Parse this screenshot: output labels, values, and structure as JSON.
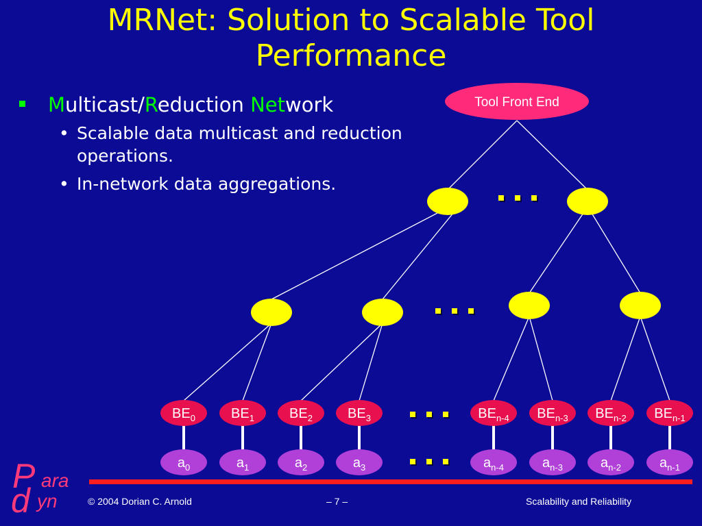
{
  "slide": {
    "title": "MRNet: Solution to Scalable Tool Performance",
    "bullet": {
      "parts": [
        {
          "text": "M",
          "hl": true
        },
        {
          "text": "ulticast/",
          "hl": false
        },
        {
          "text": "R",
          "hl": true
        },
        {
          "text": "eduction ",
          "hl": false
        },
        {
          "text": "Net",
          "hl": true
        },
        {
          "text": "work",
          "hl": false
        }
      ],
      "sub_bullets": [
        "Scalable data multicast and reduction operations.",
        "In-network data aggregations."
      ]
    }
  },
  "diagram": {
    "front_end_label": "Tool Front End",
    "ellipsis": "...",
    "backends": [
      {
        "base": "BE",
        "sub": "0"
      },
      {
        "base": "BE",
        "sub": "1"
      },
      {
        "base": "BE",
        "sub": "2"
      },
      {
        "base": "BE",
        "sub": "3"
      },
      {
        "base": "BE",
        "sub": "n-4"
      },
      {
        "base": "BE",
        "sub": "n-3"
      },
      {
        "base": "BE",
        "sub": "n-2"
      },
      {
        "base": "BE",
        "sub": "n-1"
      }
    ],
    "apps": [
      {
        "base": "a",
        "sub": "0"
      },
      {
        "base": "a",
        "sub": "1"
      },
      {
        "base": "a",
        "sub": "2"
      },
      {
        "base": "a",
        "sub": "3"
      },
      {
        "base": "a",
        "sub": "n-4"
      },
      {
        "base": "a",
        "sub": "n-3"
      },
      {
        "base": "a",
        "sub": "n-2"
      },
      {
        "base": "a",
        "sub": "n-1"
      }
    ]
  },
  "footer": {
    "copyright": "© 2004 Dorian C. Arnold",
    "page": "– 7 –",
    "section": "Scalability and Reliability"
  },
  "logo": {
    "p": "P",
    "ara": "ara",
    "d": "d",
    "yn": "yn"
  },
  "colors": {
    "background": "#0b0b96",
    "title": "#ffff00",
    "highlight": "#00ff00",
    "front_end": "#ff2a7a",
    "internal_node": "#ffff00",
    "backend": "#e8104f",
    "app": "#b040d8",
    "footer_line": "#ff1e1e"
  }
}
